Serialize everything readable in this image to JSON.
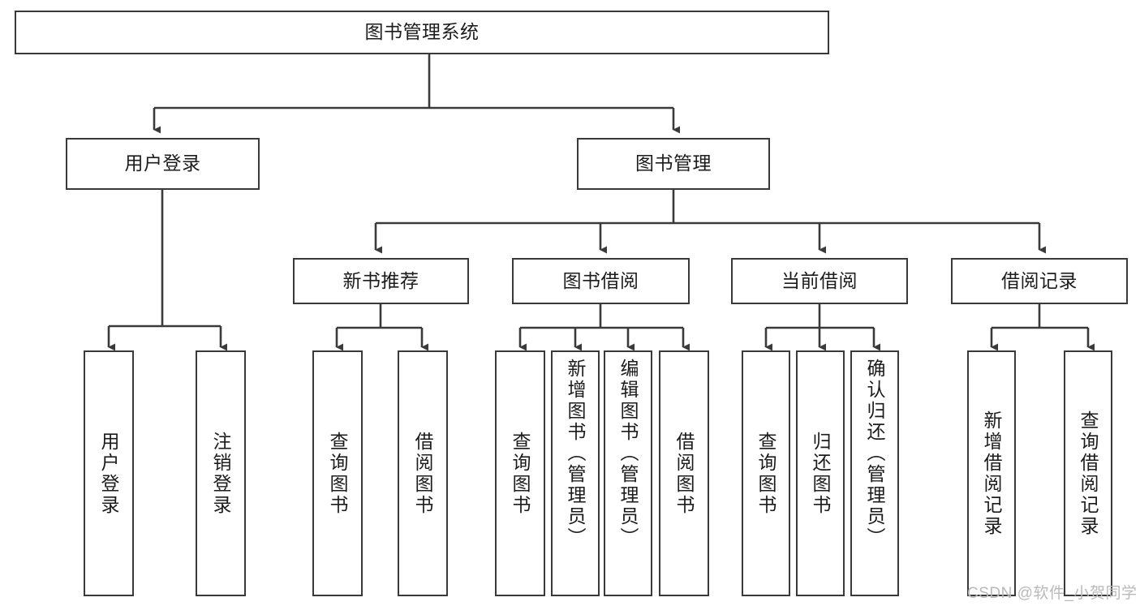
{
  "diagram": {
    "title": "图书管理系统",
    "type": "hierarchy-tree",
    "arrow_color": "#3a3a3a",
    "box_border_color": "#3a3a3a",
    "box_fill_color": "#ffffff",
    "text_color": "#1c1c1c",
    "nodes": {
      "root": {
        "label": "图书管理系统"
      },
      "level2": [
        {
          "label": "用户登录"
        },
        {
          "label": "图书管理"
        }
      ],
      "level3": [
        {
          "label": "新书推荐"
        },
        {
          "label": "图书借阅"
        },
        {
          "label": "当前借阅"
        },
        {
          "label": "借阅记录"
        }
      ],
      "leaves_user_login": [
        {
          "label": "用户登录"
        },
        {
          "label": "注销登录"
        }
      ],
      "leaves_new_book": [
        {
          "label": "查询图书"
        },
        {
          "label": "借阅图书"
        }
      ],
      "leaves_borrow": [
        {
          "label": "查询图书"
        },
        {
          "label": "新增图书（管理员）"
        },
        {
          "label": "编辑图书（管理员）"
        },
        {
          "label": "借阅图书"
        }
      ],
      "leaves_current": [
        {
          "label": "查询图书"
        },
        {
          "label": "归还图书"
        },
        {
          "label": "确认归还（管理员）"
        }
      ],
      "leaves_record": [
        {
          "label": "新增借阅记录"
        },
        {
          "label": "查询借阅记录"
        }
      ]
    }
  },
  "watermark": {
    "text": "CSDN @软件_小贺同学"
  }
}
